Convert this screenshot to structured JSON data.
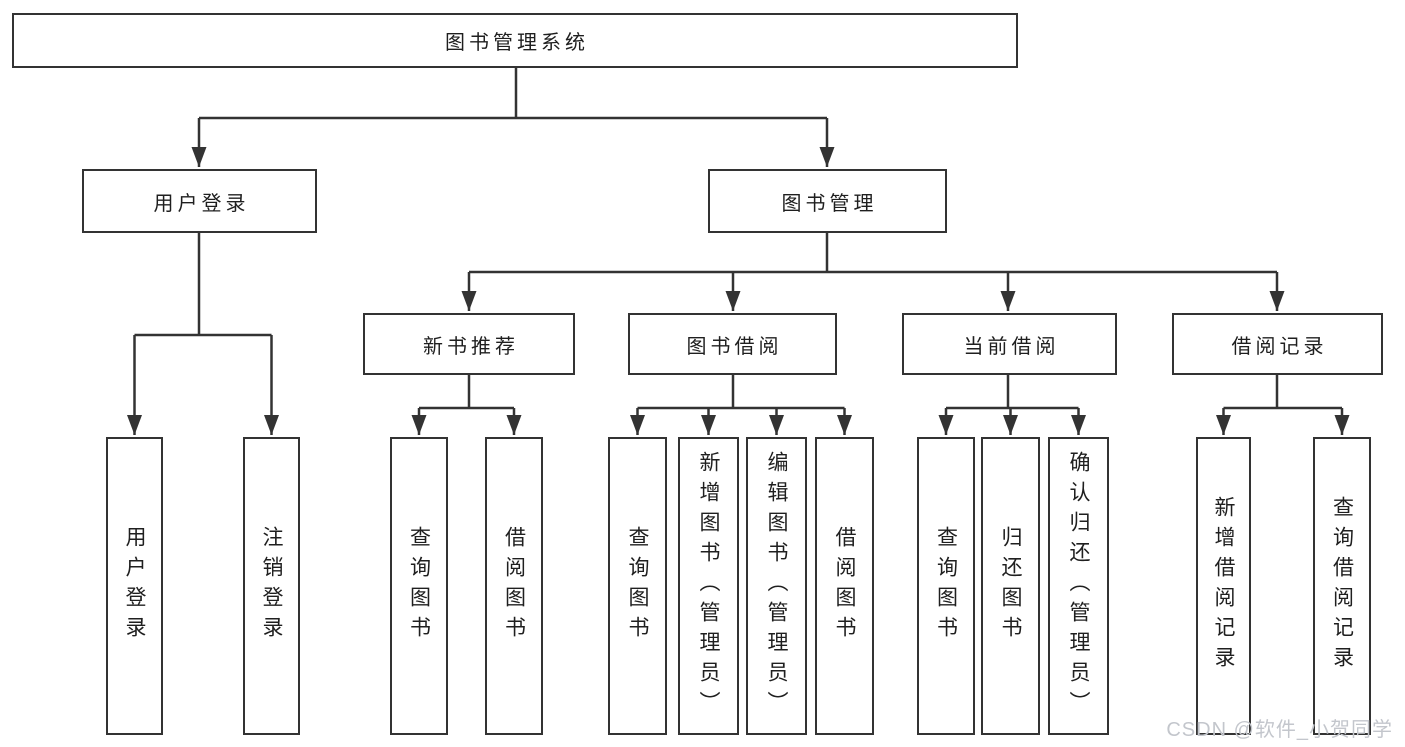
{
  "nodes": {
    "root": "图书管理系统",
    "user_login": "用户登录",
    "book_management": "图书管理",
    "new_book_recommend": "新书推荐",
    "book_borrowing": "图书借阅",
    "current_borrowing": "当前借阅",
    "borrowing_records": "借阅记录"
  },
  "leaves": {
    "user_login": [
      "用户登录",
      "注销登录"
    ],
    "new_book_recommend": [
      "查询图书",
      "借阅图书"
    ],
    "book_borrowing": [
      "查询图书",
      "新增图书（管理员）",
      "编辑图书（管理员）",
      "借阅图书"
    ],
    "current_borrowing": [
      "查询图书",
      "归还图书",
      "确认归还（管理员）"
    ],
    "borrowing_records": [
      "新增借阅记录",
      "查询借阅记录"
    ]
  },
  "watermark": "CSDN @软件_小贺同学",
  "colors": {
    "line": "#333333",
    "text": "#1f1f1f",
    "watermark": "#c3c6cc",
    "background": "#ffffff"
  }
}
